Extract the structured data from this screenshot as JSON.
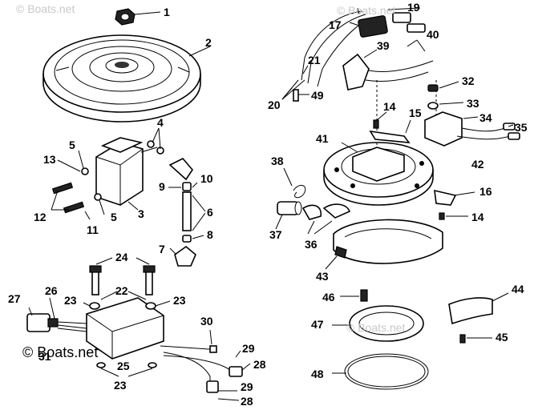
{
  "watermarks": {
    "main": "© Boats.net",
    "faint_top_left": "© Boats.net",
    "faint_top_right": "© Boats.net",
    "faint_bottom_right": "© Boats.net"
  },
  "callouts": [
    {
      "id": "c1",
      "text": "1"
    },
    {
      "id": "c2",
      "text": "2"
    },
    {
      "id": "c3",
      "text": "3"
    },
    {
      "id": "c4",
      "text": "4"
    },
    {
      "id": "c5a",
      "text": "5"
    },
    {
      "id": "c5b",
      "text": "5"
    },
    {
      "id": "c6",
      "text": "6"
    },
    {
      "id": "c7",
      "text": "7"
    },
    {
      "id": "c8",
      "text": "8"
    },
    {
      "id": "c9",
      "text": "9"
    },
    {
      "id": "c10",
      "text": "10"
    },
    {
      "id": "c11",
      "text": "11"
    },
    {
      "id": "c12",
      "text": "12"
    },
    {
      "id": "c13",
      "text": "13"
    },
    {
      "id": "c14a",
      "text": "14"
    },
    {
      "id": "c14b",
      "text": "14"
    },
    {
      "id": "c15",
      "text": "15"
    },
    {
      "id": "c16",
      "text": "16"
    },
    {
      "id": "c17",
      "text": "17"
    },
    {
      "id": "c19",
      "text": "19"
    },
    {
      "id": "c20",
      "text": "20"
    },
    {
      "id": "c21",
      "text": "21"
    },
    {
      "id": "c22",
      "text": "22"
    },
    {
      "id": "c23a",
      "text": "23"
    },
    {
      "id": "c23b",
      "text": "23"
    },
    {
      "id": "c23c",
      "text": "23"
    },
    {
      "id": "c24",
      "text": "24"
    },
    {
      "id": "c25",
      "text": "25"
    },
    {
      "id": "c26",
      "text": "26"
    },
    {
      "id": "c27",
      "text": "27"
    },
    {
      "id": "c28a",
      "text": "28"
    },
    {
      "id": "c28b",
      "text": "28"
    },
    {
      "id": "c29a",
      "text": "29"
    },
    {
      "id": "c29b",
      "text": "29"
    },
    {
      "id": "c30",
      "text": "30"
    },
    {
      "id": "c31",
      "text": "31"
    },
    {
      "id": "c32",
      "text": "32"
    },
    {
      "id": "c33",
      "text": "33"
    },
    {
      "id": "c34",
      "text": "34"
    },
    {
      "id": "c35",
      "text": "35"
    },
    {
      "id": "c36",
      "text": "36"
    },
    {
      "id": "c37",
      "text": "37"
    },
    {
      "id": "c38",
      "text": "38"
    },
    {
      "id": "c39",
      "text": "39"
    },
    {
      "id": "c40",
      "text": "40"
    },
    {
      "id": "c41",
      "text": "41"
    },
    {
      "id": "c42",
      "text": "42"
    },
    {
      "id": "c43",
      "text": "43"
    },
    {
      "id": "c44",
      "text": "44"
    },
    {
      "id": "c45",
      "text": "45"
    },
    {
      "id": "c46",
      "text": "46"
    },
    {
      "id": "c47",
      "text": "47"
    },
    {
      "id": "c48",
      "text": "48"
    },
    {
      "id": "c49",
      "text": "49"
    }
  ]
}
